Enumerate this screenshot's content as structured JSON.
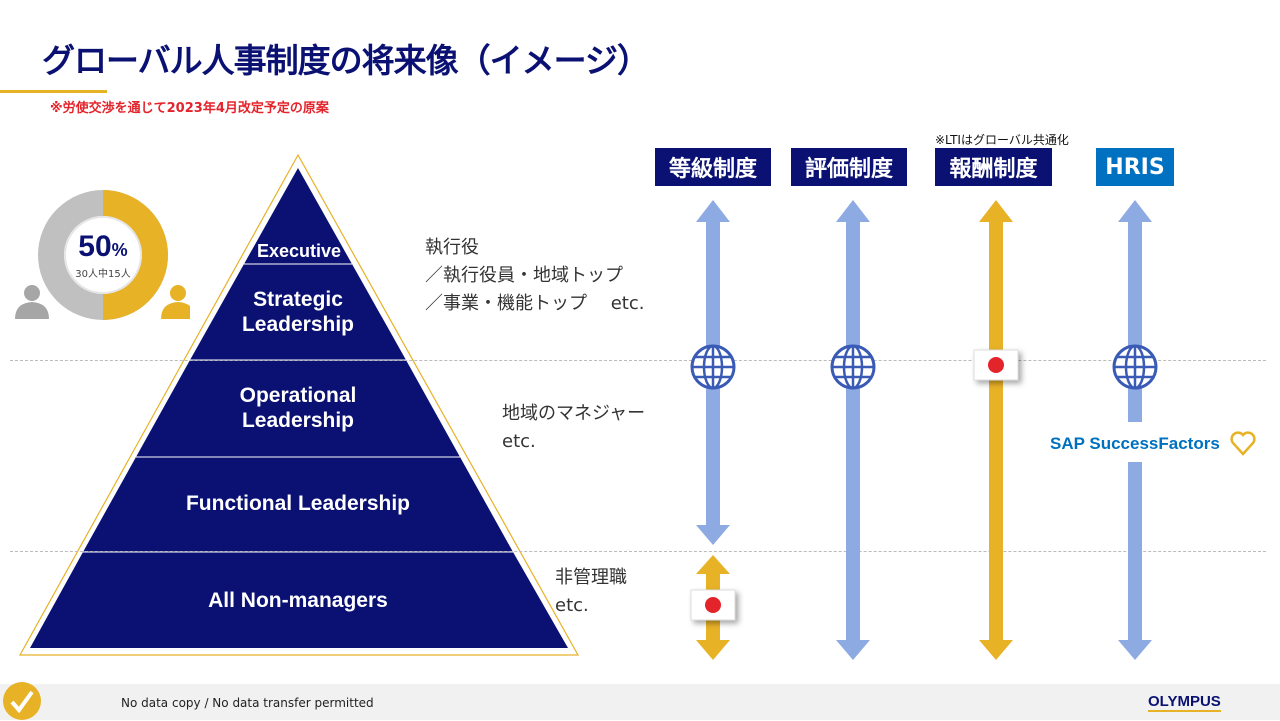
{
  "title": "グローバル人事制度の将来像（イメージ）",
  "subnote": "※労使交渉を通じて2023年4月改定予定の原案",
  "donut": {
    "percent_label": "50",
    "percent_sign": "%",
    "caption": "30人中15人",
    "value": 0.5,
    "colors": {
      "filled": "#e8b227",
      "rest": "#c0c0c0"
    }
  },
  "pyramid": {
    "levels": [
      "Executive",
      "Strategic Leadership",
      "Operational Leadership",
      "Functional Leadership",
      "All Non-managers"
    ]
  },
  "descriptions": {
    "exec": [
      "執行役",
      "／執行役員・地域トップ",
      "／事業・機能トップ　 etc."
    ],
    "operational": [
      "地域のマネジャー",
      "etc."
    ],
    "nonmgr": [
      "非管理職",
      "etc."
    ]
  },
  "columns": [
    {
      "label": "等級制度"
    },
    {
      "label": "評価制度"
    },
    {
      "label": "報酬制度",
      "note": "※LTIはグローバル共通化"
    },
    {
      "label": "HRIS"
    }
  ],
  "sap_label": "SAP SuccessFactors",
  "footer": {
    "notice": "No data copy / No data transfer  permitted",
    "logo": "OLYMPUS"
  },
  "colors": {
    "navy": "#0a1172",
    "gold": "#e8b227",
    "blue_arrow": "#8eaae3",
    "hris": "#0070c0",
    "red": "#e3242b"
  }
}
